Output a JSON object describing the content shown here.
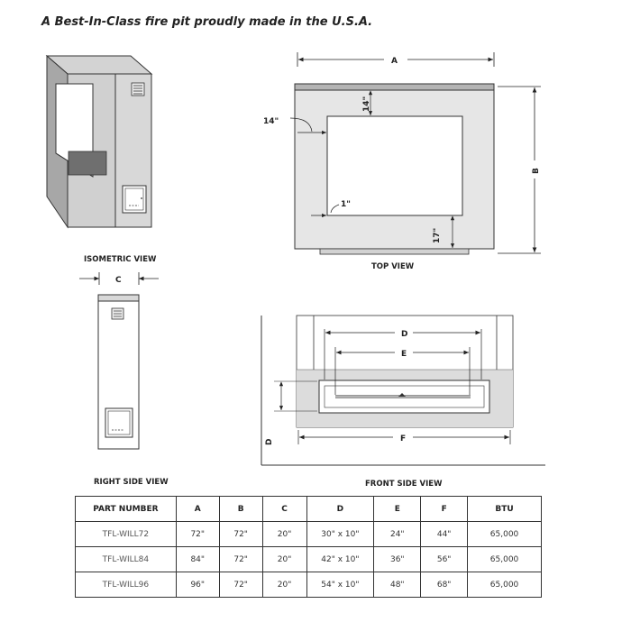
{
  "headline": "A Best-In-Class fire pit proudly made in the U.S.A.",
  "views": {
    "isometric": "ISOMETRIC VIEW",
    "top": "TOP VIEW",
    "right_side": "RIGHT SIDE VIEW",
    "front_side": "FRONT SIDE VIEW"
  },
  "dimension_labels": {
    "a": "A",
    "b": "B",
    "c": "C",
    "d": "D",
    "e": "E",
    "f": "F",
    "left_gap": "14\"",
    "top_gap": "14\"",
    "inner_gap": "1\"",
    "bottom_gap": "17\""
  },
  "table": {
    "headers": [
      "PART NUMBER",
      "A",
      "B",
      "C",
      "D",
      "E",
      "F",
      "BTU"
    ],
    "rows": [
      [
        "TFL-WILL72",
        "72\"",
        "72\"",
        "20\"",
        "30\" x 10\"",
        "24\"",
        "44\"",
        "65,000"
      ],
      [
        "TFL-WILL84",
        "84\"",
        "72\"",
        "20\"",
        "42\" x 10\"",
        "36\"",
        "56\"",
        "65,000"
      ],
      [
        "TFL-WILL96",
        "96\"",
        "72\"",
        "20\"",
        "54\" x 10\"",
        "48\"",
        "68\"",
        "65,000"
      ]
    ]
  }
}
